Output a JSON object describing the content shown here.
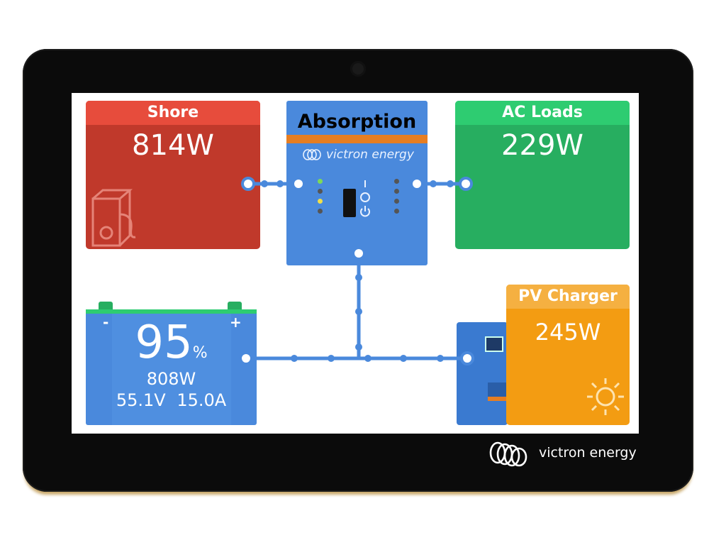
{
  "shore": {
    "title": "Shore",
    "power": "814W"
  },
  "inverter": {
    "state": "Absorption",
    "brand": "victron energy"
  },
  "ac_loads": {
    "title": "AC Loads",
    "power": "229W"
  },
  "battery": {
    "soc": "95",
    "soc_unit": "%",
    "power": "808W",
    "voltage": "55.1V",
    "current": "15.0A",
    "minus": "-",
    "plus": "+"
  },
  "pv_charger": {
    "title": "PV Charger",
    "power": "245W"
  },
  "device": {
    "brand": "victron energy"
  },
  "colors": {
    "shore": "#c0392b",
    "ac_loads": "#27ae60",
    "pv": "#f39c12",
    "inverter": "#4a89dc",
    "battery": "#4a89dc",
    "wire": "#4a89dc"
  }
}
